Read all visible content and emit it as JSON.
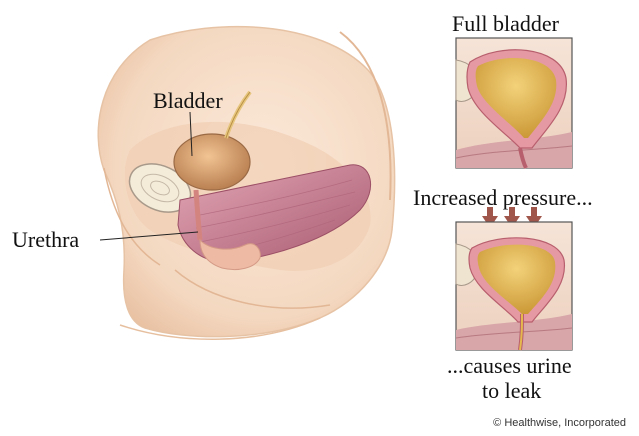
{
  "labels": {
    "bladder": "Bladder",
    "urethra": "Urethra",
    "full_bladder": "Full bladder",
    "increased_pressure": "Increased pressure...",
    "causes_line1": "...causes urine",
    "causes_line2": "to leak",
    "copyright": "© Healthwise, Incorporated"
  },
  "colors": {
    "skin": "#f6dcc6",
    "skin_shadow": "#e9c2a4",
    "bladder_wall": "#d98c96",
    "urine": "#d9a646",
    "pelvic_muscle": "#c77a8c",
    "arrow": "#a0564a",
    "panel_border": "#555555"
  }
}
